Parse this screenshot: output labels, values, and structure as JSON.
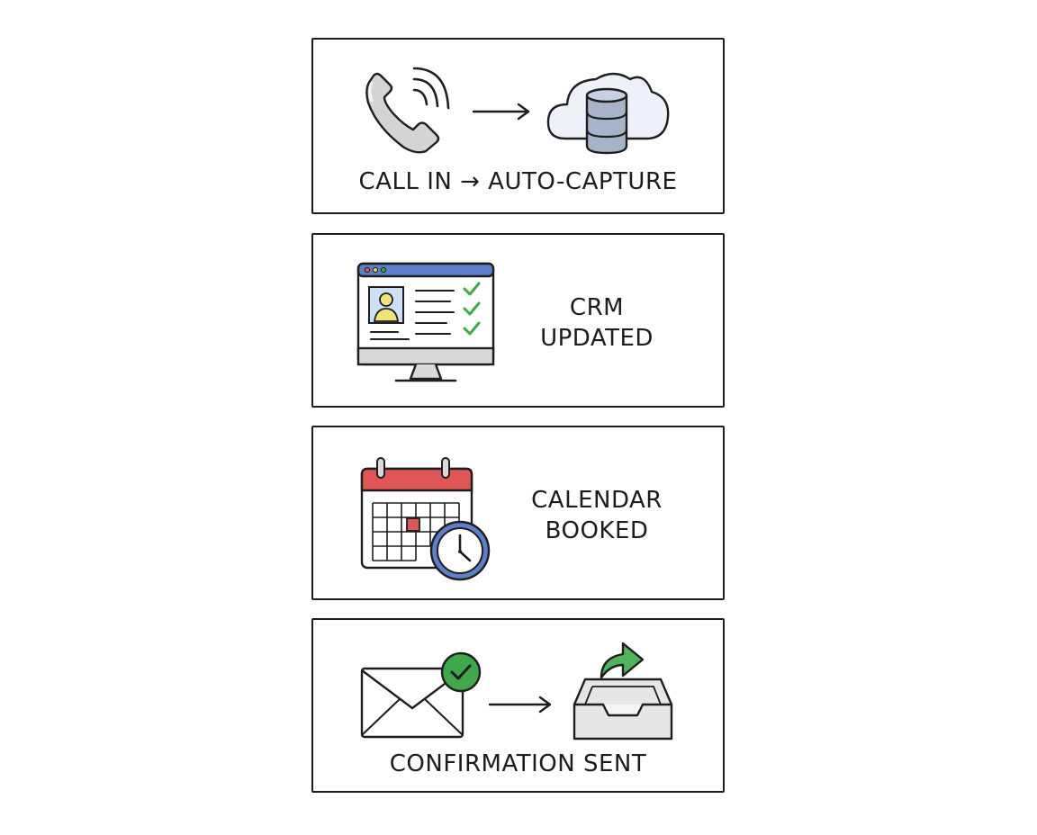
{
  "steps": [
    {
      "label": "CALL IN → AUTO-CAPTURE",
      "icons": [
        "phone-icon",
        "signal-waves-icon",
        "arrow-right-icon",
        "cloud-database-icon"
      ]
    },
    {
      "label_lines": [
        "CRM",
        "UPDATED"
      ],
      "icons": [
        "monitor-icon",
        "contact-card-icon",
        "checkmark-icon"
      ]
    },
    {
      "label_lines": [
        "CALENDAR",
        "BOOKED"
      ],
      "icons": [
        "calendar-icon",
        "clock-icon"
      ]
    },
    {
      "label": "CONFIRMATION SENT",
      "icons": [
        "envelope-icon",
        "check-badge-icon",
        "arrow-right-icon",
        "inbox-tray-icon",
        "share-arrow-icon"
      ]
    }
  ],
  "colors": {
    "stroke": "#1e1e1e",
    "check_green": "#3fa84a",
    "calendar_red": "#e05656",
    "browser_blue": "#5b7fc9",
    "cloud_fill": "#eef2f8",
    "database_fill": "#a7b3c7",
    "avatar_yellow": "#f2e27a",
    "clock_blue": "#5b7fc9"
  }
}
